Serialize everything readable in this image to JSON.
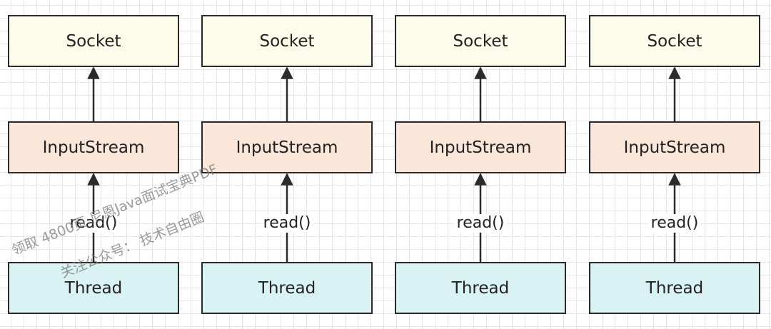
{
  "colors": {
    "socket_fill": "#fdfbea",
    "stream_fill": "#fbe7d9",
    "thread_fill": "#d9f3f4",
    "stroke": "#2b2b2b"
  },
  "columns": [
    {
      "socket": "Socket",
      "stream": "InputStream",
      "call": "read()",
      "thread": "Thread"
    },
    {
      "socket": "Socket",
      "stream": "InputStream",
      "call": "read()",
      "thread": "Thread"
    },
    {
      "socket": "Socket",
      "stream": "InputStream",
      "call": "read()",
      "thread": "Thread"
    },
    {
      "socket": "Socket",
      "stream": "InputStream",
      "call": "read()",
      "thread": "Thread"
    }
  ],
  "watermark": {
    "line1": "领取 4800页 尼恩Java面试宝典PDF",
    "line2": "关注公众号： 技术自由圈"
  }
}
